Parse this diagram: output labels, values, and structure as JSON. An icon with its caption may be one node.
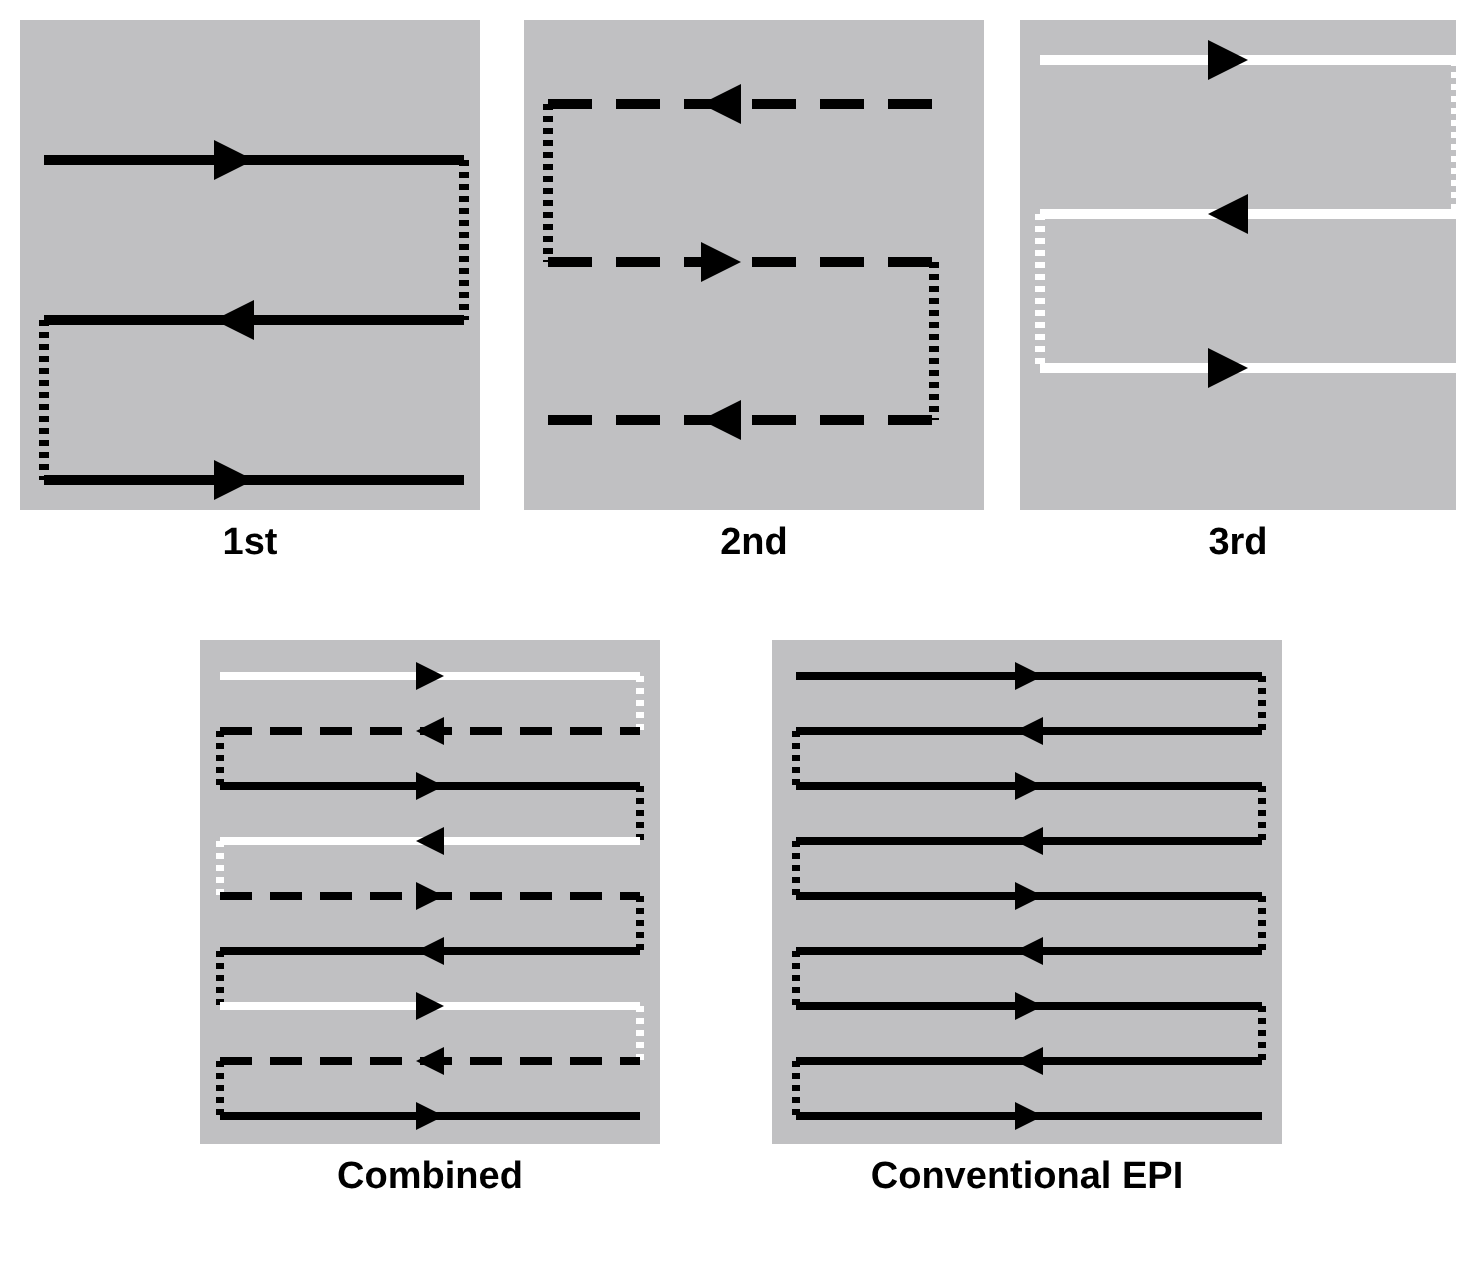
{
  "diagram": {
    "nodes": [
      {
        "text": [
          "1st"
        ]
      },
      {
        "text": [
          "2nd"
        ]
      },
      {
        "text": [
          "3rd"
        ]
      },
      {
        "text": [
          "Combined"
        ]
      },
      {
        "text": [
          "Conventional EPI"
        ]
      }
    ]
  }
}
